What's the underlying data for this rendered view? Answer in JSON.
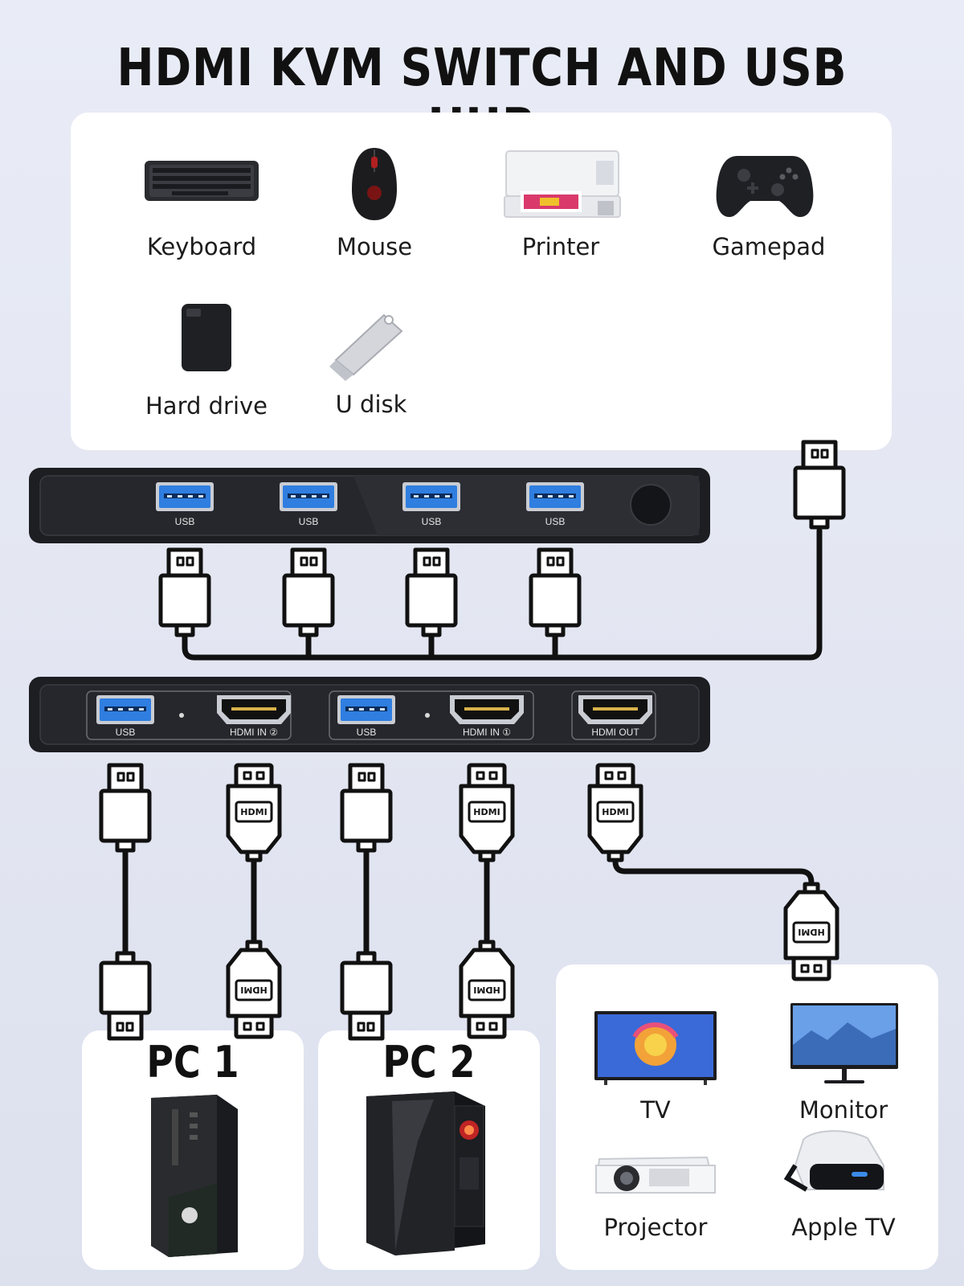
{
  "title": "HDMI KVM SWITCH AND USB HUB",
  "usb_devices": [
    {
      "label": "Keyboard",
      "icon": "keyboard-icon"
    },
    {
      "label": "Mouse",
      "icon": "mouse-icon"
    },
    {
      "label": "Printer",
      "icon": "printer-icon"
    },
    {
      "label": "Gamepad",
      "icon": "gamepad-icon"
    },
    {
      "label": "Hard drive",
      "icon": "hard-drive-icon"
    },
    {
      "label": "U disk",
      "icon": "usb-flash-drive-icon"
    }
  ],
  "hub_ports": [
    "USB",
    "USB",
    "USB",
    "USB"
  ],
  "switch_ports": [
    "USB",
    "HDMI IN ②",
    "USB",
    "HDMI IN ①",
    "HDMI OUT"
  ],
  "connector_text": "HDMI",
  "computers": [
    {
      "label": "PC 1",
      "icon": "desktop-pc-icon"
    },
    {
      "label": "PC 2",
      "icon": "gaming-pc-icon"
    }
  ],
  "displays": [
    {
      "label": "TV",
      "icon": "tv-icon"
    },
    {
      "label": "Monitor",
      "icon": "monitor-icon"
    },
    {
      "label": "Projector",
      "icon": "projector-icon"
    },
    {
      "label": "Apple TV",
      "icon": "vr-headset-icon"
    }
  ],
  "colors": {
    "device_body": "#1d1e22",
    "usb_port": "#2f7ee0",
    "card": "#ffffff"
  }
}
